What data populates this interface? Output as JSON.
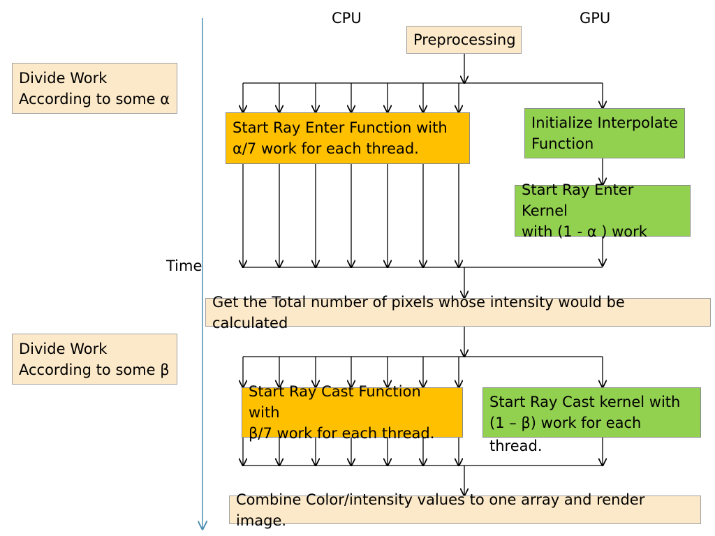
{
  "headers": {
    "cpu": "CPU",
    "gpu": "GPU"
  },
  "time_label": "Time",
  "left": {
    "divide_alpha": "Divide Work\nAccording to some α",
    "divide_beta": "Divide Work\nAccording to some β"
  },
  "steps": {
    "preprocessing": "Preprocessing",
    "ray_enter_cpu": "Start Ray Enter Function with\nα/7 work for  each thread.",
    "init_interpolate": "Initialize Interpolate\nFunction",
    "ray_enter_gpu": "Start Ray Enter Kernel\nwith (1 - α ) work",
    "total_pixels": "Get the Total number of pixels whose intensity would be calculated",
    "ray_cast_cpu": "Start Ray Cast Function with\nβ/7 work for each thread.",
    "ray_cast_gpu": "Start Ray Cast kernel with\n(1 – β) work for each",
    "ray_cast_gpu_tail": "thread.",
    "combine": "Combine Color/intensity values to one array and render image."
  },
  "colors": {
    "cream": "#fce9c9",
    "orange": "#ffc000",
    "green": "#92d050",
    "timeline": "#4f8fb0"
  }
}
